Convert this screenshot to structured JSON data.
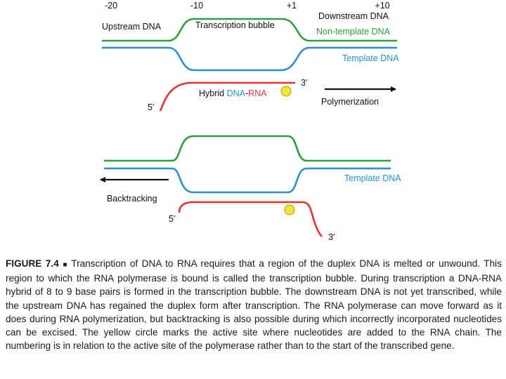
{
  "colors": {
    "non_template_strand": "#2e9e3e",
    "template_strand": "#2b8fd0",
    "rna_strand": "#e23232",
    "active_site": "#f3e53a",
    "arrow": "#111111"
  },
  "top_panel": {
    "positions": [
      "-20",
      "-10",
      "+1",
      "+10"
    ],
    "upstream_label": "Upstream DNA",
    "bubble_label": "Transcription bubble",
    "downstream_label": "Downstream DNA",
    "non_template_label": "Non-template DNA",
    "template_label": "Template DNA",
    "rna_3prime": "3′",
    "rna_5prime": "5′",
    "hybrid_prefix": "Hybrid ",
    "hybrid_dna": "DNA",
    "hybrid_dash": "-",
    "hybrid_rna": "RNA",
    "direction_label": "Polymerization",
    "active_site_icon": "yellow-circle"
  },
  "bottom_panel": {
    "template_label": "Template DNA",
    "direction_label": "Backtracking",
    "rna_5prime": "5′",
    "rna_3prime": "3′",
    "active_site_icon": "yellow-circle"
  },
  "caption": {
    "label": "FIGURE 7.4",
    "separator": "■",
    "text": "Transcription of DNA to RNA requires that a region of the duplex DNA is melted or unwound. This region to which the RNA polymerase is bound is called the transcription bubble. During transcription a DNA-RNA hybrid of 8 to 9 base pairs is formed in the transcription bubble. The downstream DNA is not yet transcribed, while the upstream DNA has regained the duplex form after transcription. The RNA polymerase can move forward as it does during RNA polymerization, but backtracking is also possible during which incorrectly incorporated nucleotides can be excised. The yellow circle marks the active site where nucleotides are added to the RNA chain. The numbering is in relation to the active site of the polymerase rather than to the start of the transcribed gene."
  }
}
